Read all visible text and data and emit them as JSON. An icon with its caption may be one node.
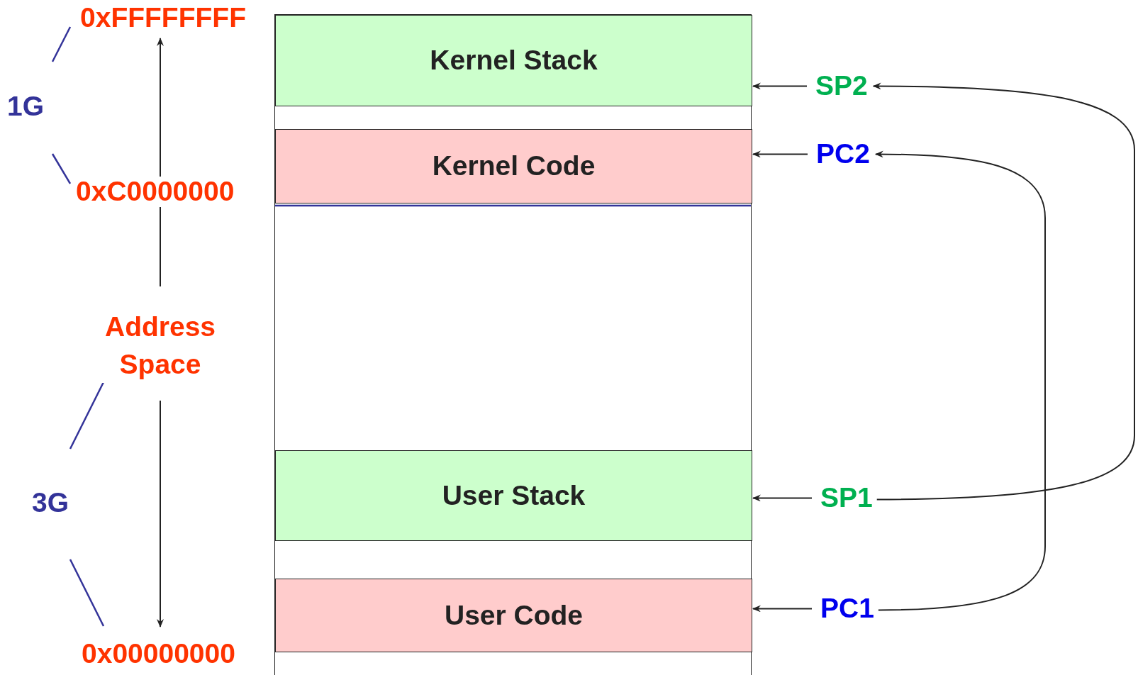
{
  "diagram": {
    "nodes": [
      {
        "text": [],
        "shape": "box"
      },
      {
        "text": [
          "Kernel Stack"
        ],
        "in": 0
      },
      {
        "text": [
          "Kernel Code"
        ],
        "in": 0
      },
      {
        "text": [
          "User Stack"
        ],
        "in": 0
      },
      {
        "text": [
          "User Code"
        ],
        "in": 0
      },
      {
        "text": [
          "SP2"
        ]
      },
      {
        "text": [
          "PC2"
        ]
      },
      {
        "text": [
          "SP1"
        ]
      },
      {
        "text": [
          "PC1"
        ]
      }
    ],
    "edges": [
      {
        "from": 5,
        "to": 1,
        "arrow": "to"
      },
      {
        "from": 6,
        "to": 2,
        "arrow": "to"
      },
      {
        "from": 7,
        "to": 3,
        "arrow": "to"
      },
      {
        "from": 8,
        "to": 4,
        "arrow": "to"
      },
      {
        "from": 7,
        "to": 5,
        "arrow": "to"
      },
      {
        "from": 8,
        "to": 6,
        "arrow": "to"
      }
    ],
    "labels": [
      "0xFFFFFFFF",
      "1G",
      "0xC0000000",
      "Address Space",
      "3G",
      "0x00000000"
    ]
  }
}
